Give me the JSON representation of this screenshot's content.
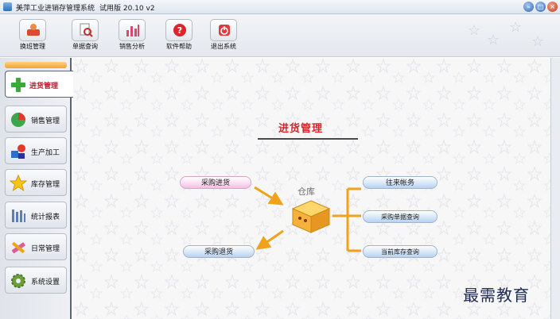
{
  "window": {
    "title": "美萍工业进销存管理系统",
    "version": "试用版 20.10 v2"
  },
  "toolbar": {
    "buttons": [
      {
        "label": "换班管理",
        "icon": "shift-icon"
      },
      {
        "label": "单据查询",
        "icon": "document-search-icon"
      },
      {
        "label": "销售分析",
        "icon": "bar-chart-icon"
      },
      {
        "label": "软件帮助",
        "icon": "help-icon"
      },
      {
        "label": "退出系统",
        "icon": "power-icon"
      }
    ]
  },
  "sidebar": {
    "items": [
      {
        "label": "进货管理",
        "icon": "plus-icon",
        "active": true
      },
      {
        "label": "销售管理",
        "icon": "pie-chart-icon",
        "active": false
      },
      {
        "label": "生产加工",
        "icon": "shapes-icon",
        "active": false
      },
      {
        "label": "库存管理",
        "icon": "star-icon",
        "active": false
      },
      {
        "label": "统计报表",
        "icon": "report-icon",
        "active": false
      },
      {
        "label": "日常管理",
        "icon": "tools-icon",
        "active": false
      },
      {
        "label": "系统设置",
        "icon": "gear-icon",
        "active": false
      }
    ]
  },
  "main": {
    "section_title": "进货管理",
    "hub_label": "仓库",
    "left_actions": [
      {
        "label": "采购进货"
      },
      {
        "label": "采购退货"
      }
    ],
    "right_actions": [
      {
        "label": "往来帐务"
      },
      {
        "label": "采购单据查询"
      },
      {
        "label": "当前库存查询"
      }
    ]
  },
  "watermark": "最需教育",
  "colors": {
    "accent_red": "#d3252b",
    "arrow_orange": "#f0a21c",
    "sidebar_border": "#5b6473"
  }
}
